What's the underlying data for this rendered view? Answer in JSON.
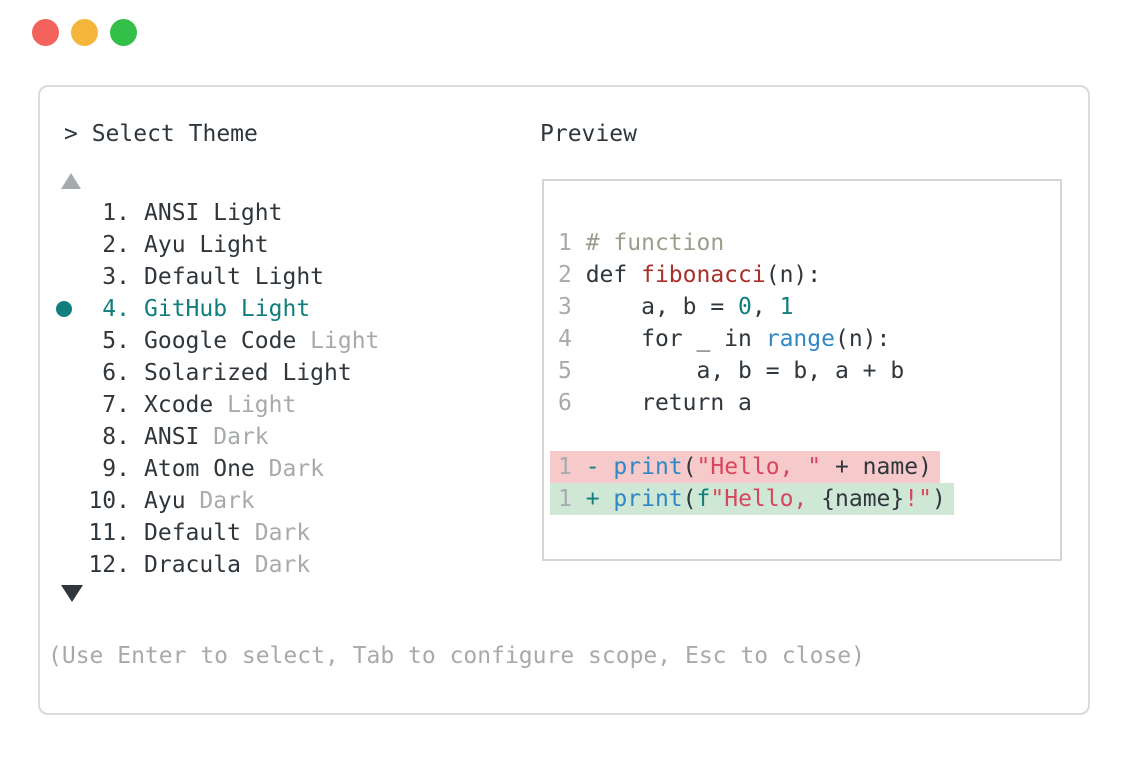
{
  "colors": {
    "text": "#2f363c",
    "muted": "#a7aaac",
    "accent": "#117d7d",
    "comment": "#9a9e8c",
    "function_name": "#a8302c",
    "string": "#da455e",
    "keyword": "#2f87c5",
    "removed_bg": "#f6caca",
    "added_bg": "#cfe8d6"
  },
  "window": {
    "traffic_lights": [
      {
        "name": "close",
        "color": "#f3635c"
      },
      {
        "name": "minimize",
        "color": "#f5b53b"
      },
      {
        "name": "zoom",
        "color": "#33c048"
      }
    ]
  },
  "picker": {
    "title": "> Select Theme",
    "scroll_up_icon": "triangle-up",
    "scroll_down_icon": "triangle-down",
    "items": [
      {
        "number": "1.",
        "label": "ANSI Light",
        "muted_part": "",
        "selected": false
      },
      {
        "number": "2.",
        "label": "Ayu Light",
        "muted_part": "",
        "selected": false
      },
      {
        "number": "3.",
        "label": "Default Light",
        "muted_part": "",
        "selected": false
      },
      {
        "number": "4.",
        "label": "GitHub Light",
        "muted_part": "",
        "selected": true
      },
      {
        "number": "5.",
        "label": "Google Code",
        "muted_part": "Light",
        "selected": false
      },
      {
        "number": "6.",
        "label": "Solarized Light",
        "muted_part": "",
        "selected": false
      },
      {
        "number": "7.",
        "label": "Xcode",
        "muted_part": "Light",
        "selected": false
      },
      {
        "number": "8.",
        "label": "ANSI",
        "muted_part": "Dark",
        "selected": false
      },
      {
        "number": "9.",
        "label": "Atom One",
        "muted_part": "Dark",
        "selected": false
      },
      {
        "number": "10.",
        "label": "Ayu",
        "muted_part": "Dark",
        "selected": false
      },
      {
        "number": "11.",
        "label": "Default",
        "muted_part": "Dark",
        "selected": false
      },
      {
        "number": "12.",
        "label": "Dracula",
        "muted_part": "Dark",
        "selected": false
      }
    ],
    "help_text": "(Use Enter to select, Tab to configure scope, Esc to close)"
  },
  "preview": {
    "label": "Preview",
    "code_lines": [
      {
        "no": "1",
        "diff": "",
        "tokens": [
          [
            "comment",
            "# function"
          ]
        ]
      },
      {
        "no": "2",
        "diff": "",
        "tokens": [
          [
            "plain",
            "def "
          ],
          [
            "func",
            "fibonacci"
          ],
          [
            "plain",
            "(n):"
          ]
        ]
      },
      {
        "no": "3",
        "diff": "",
        "tokens": [
          [
            "plain",
            "    a, b = "
          ],
          [
            "number",
            "0"
          ],
          [
            "plain",
            ", "
          ],
          [
            "number",
            "1"
          ]
        ]
      },
      {
        "no": "4",
        "diff": "",
        "tokens": [
          [
            "plain",
            "    for _ in "
          ],
          [
            "keyword",
            "range"
          ],
          [
            "plain",
            "(n):"
          ]
        ]
      },
      {
        "no": "5",
        "diff": "",
        "tokens": [
          [
            "plain",
            "        a, b = b, a + b"
          ]
        ]
      },
      {
        "no": "6",
        "diff": "",
        "tokens": [
          [
            "plain",
            "    return a"
          ]
        ]
      },
      {
        "no": "",
        "diff": "",
        "tokens": []
      },
      {
        "no": "1",
        "diff": "removed",
        "tokens": [
          [
            "accent",
            "- "
          ],
          [
            "keyword",
            "print"
          ],
          [
            "plain",
            "("
          ],
          [
            "string",
            "\"Hello, \""
          ],
          [
            "plain",
            " + name)"
          ]
        ]
      },
      {
        "no": "1",
        "diff": "added",
        "tokens": [
          [
            "accent",
            "+ "
          ],
          [
            "keyword",
            "print"
          ],
          [
            "plain",
            "("
          ],
          [
            "accent",
            "f"
          ],
          [
            "string",
            "\"Hello, "
          ],
          [
            "plain",
            "{name}"
          ],
          [
            "string",
            "!\""
          ],
          [
            "plain",
            ")"
          ]
        ]
      }
    ]
  }
}
